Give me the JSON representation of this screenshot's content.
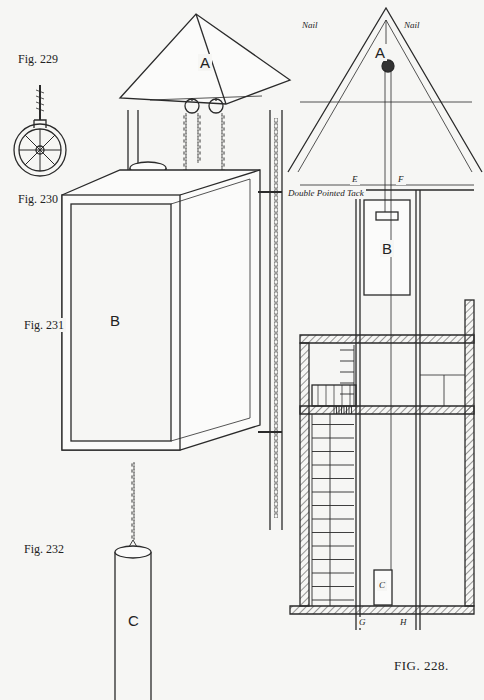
{
  "diagram": {
    "labels": [
      "Fig. 229",
      "A",
      "Fig. 230",
      "Fig. 231",
      "B",
      "Double Pointed Tack",
      "Fig. 232",
      "C",
      "Nail",
      "A",
      "Nail",
      "E",
      "F",
      "B",
      "C",
      "G",
      "H",
      "FIG. 228."
    ]
  }
}
